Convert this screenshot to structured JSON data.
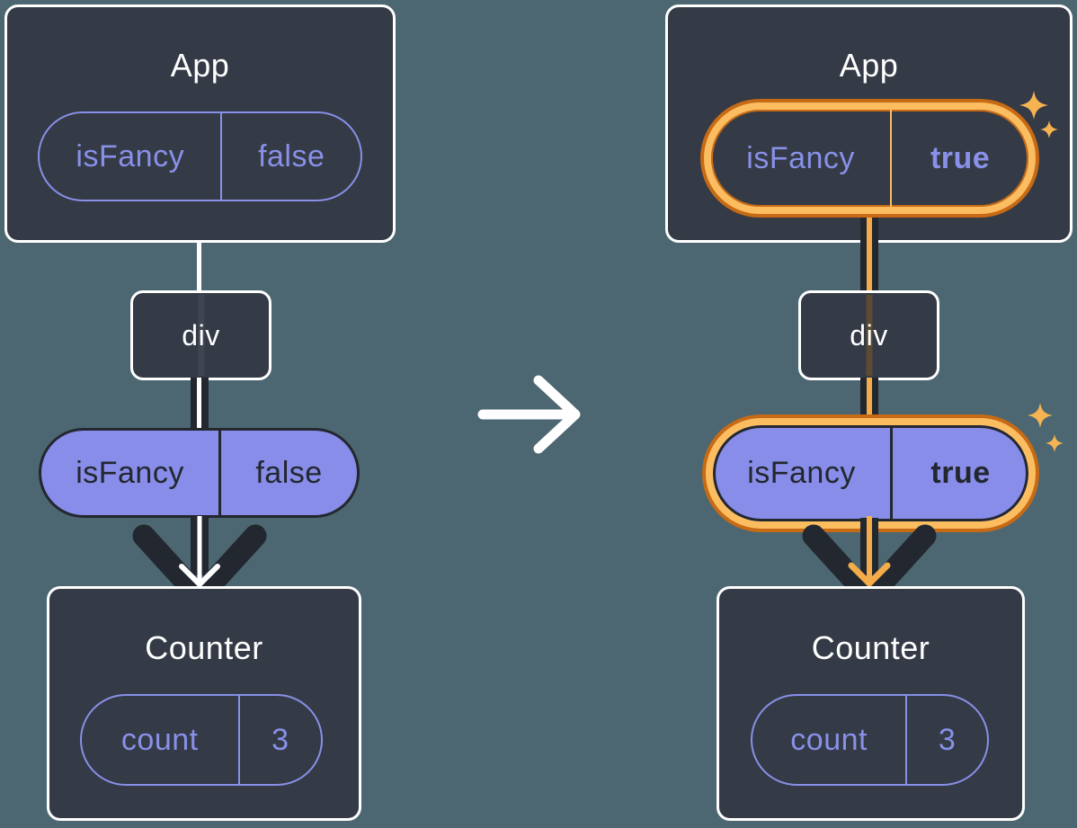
{
  "left": {
    "app": {
      "title": "App",
      "prop": {
        "key": "isFancy",
        "value": "false"
      }
    },
    "div_label": "div",
    "passed_prop": {
      "key": "isFancy",
      "value": "false"
    },
    "counter": {
      "title": "Counter",
      "state": {
        "key": "count",
        "value": "3"
      }
    }
  },
  "right": {
    "app": {
      "title": "App",
      "prop": {
        "key": "isFancy",
        "value": "true"
      }
    },
    "div_label": "div",
    "passed_prop": {
      "key": "isFancy",
      "value": "true"
    },
    "counter": {
      "title": "Counter",
      "state": {
        "key": "count",
        "value": "3"
      }
    }
  },
  "icons": {
    "transition_arrow": "→",
    "flow_arrow": "↓",
    "sparkle": "✦"
  },
  "colors": {
    "background": "#4C6772",
    "box_fill": "#343A46",
    "box_border": "#FFFFFF",
    "purple": "#8890E8",
    "purple_fill": "#878DE8",
    "dark": "#23272F",
    "orange_dark": "#C76A15",
    "orange_light": "#FBBD60",
    "orange": "#F3AC49",
    "sparkle": "#F6B352",
    "muted_line": "#3F4553",
    "muted_line_orange": "#5C4A33",
    "white": "#FFFFFF"
  }
}
